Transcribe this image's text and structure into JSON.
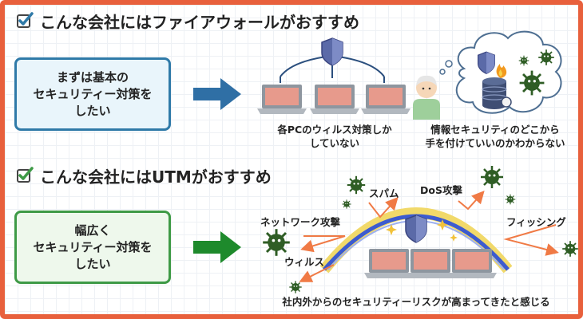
{
  "section1": {
    "heading": "こんな会社にはファイアウォールがおすすめ",
    "need": "まずは基本の\nセキュリティー対策を\nしたい",
    "caption_pcs": "各PCのウィルス対策しか\nしていない",
    "caption_person": "情報セキュリティのどこから\n手を付けていいのかわからない"
  },
  "section2": {
    "heading": "こんな会社にはUTMがおすすめ",
    "need": "幅広く\nセキュリティー対策を\nしたい",
    "threats": {
      "spam": "スパム",
      "dos": "DoS攻撃",
      "network": "ネットワーク攻撃",
      "phishing": "フィッシング",
      "virus": "ウィルス"
    },
    "caption_bottom": "社内外からのセキュリティーリスクが高まってきたと感じる"
  },
  "colors": {
    "frame": "#e8603c",
    "blue_box": "#2f7aa8",
    "green_box": "#3e9a46",
    "blue_arrow": "#2f6fa5",
    "green_arrow": "#1e8a2c",
    "threat_arrow": "#f07a45",
    "shield": "#5b6aa8",
    "virus": "#2f5d25"
  },
  "icons": [
    "check-icon",
    "arrow-right-icon",
    "shield-icon",
    "laptop-icon",
    "person-icon",
    "database-icon",
    "flame-icon",
    "virus-icon",
    "sparkle-icon",
    "cloud-thought-icon"
  ]
}
